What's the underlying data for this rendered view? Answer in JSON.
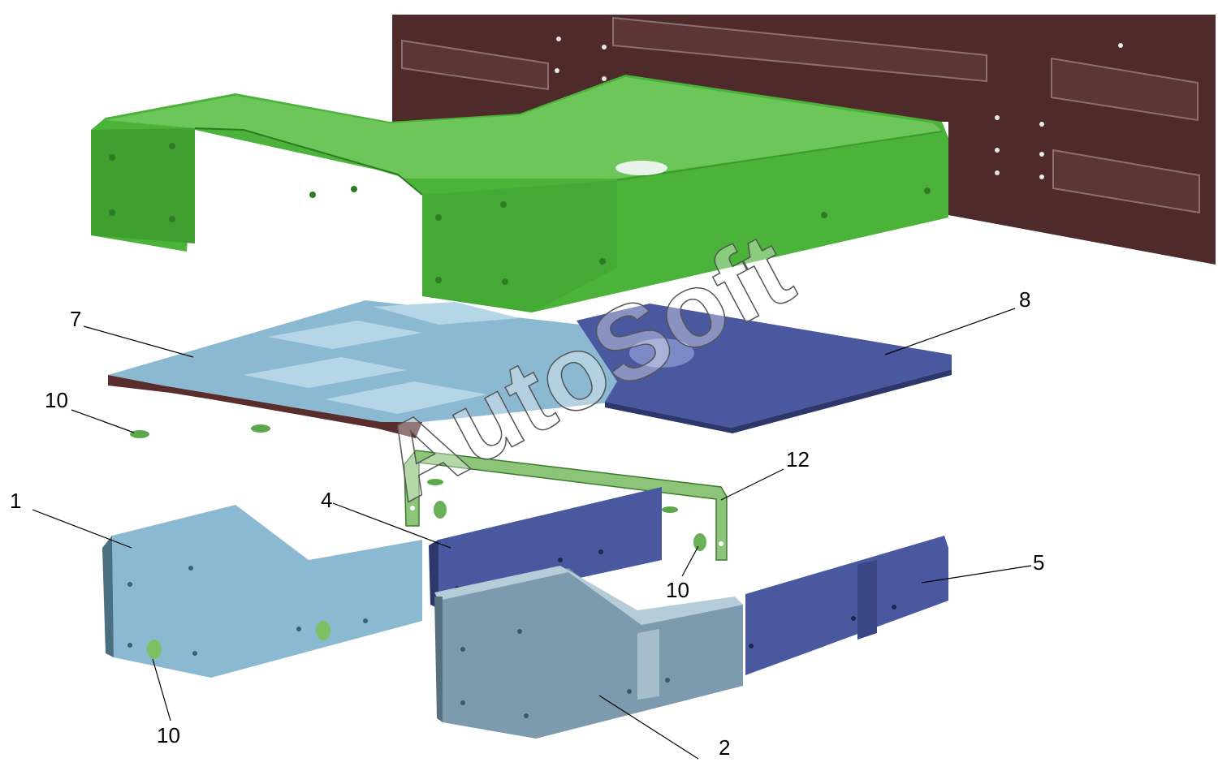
{
  "watermark": "AutoSoft",
  "callouts": {
    "c1": "1",
    "c2": "2",
    "c4": "4",
    "c5": "5",
    "c7": "7",
    "c8": "8",
    "c10a": "10",
    "c10b": "10",
    "c10c": "10",
    "c12": "12"
  },
  "colors": {
    "cab_wall": "#4e2a2a",
    "cover_green": "#4cb33a",
    "panel_light_blue": "#8cb9d2",
    "panel_dark_blue": "#4a58a0",
    "panel_grey_blue": "#7d9bae",
    "bracket_green": "#6aa84f"
  }
}
